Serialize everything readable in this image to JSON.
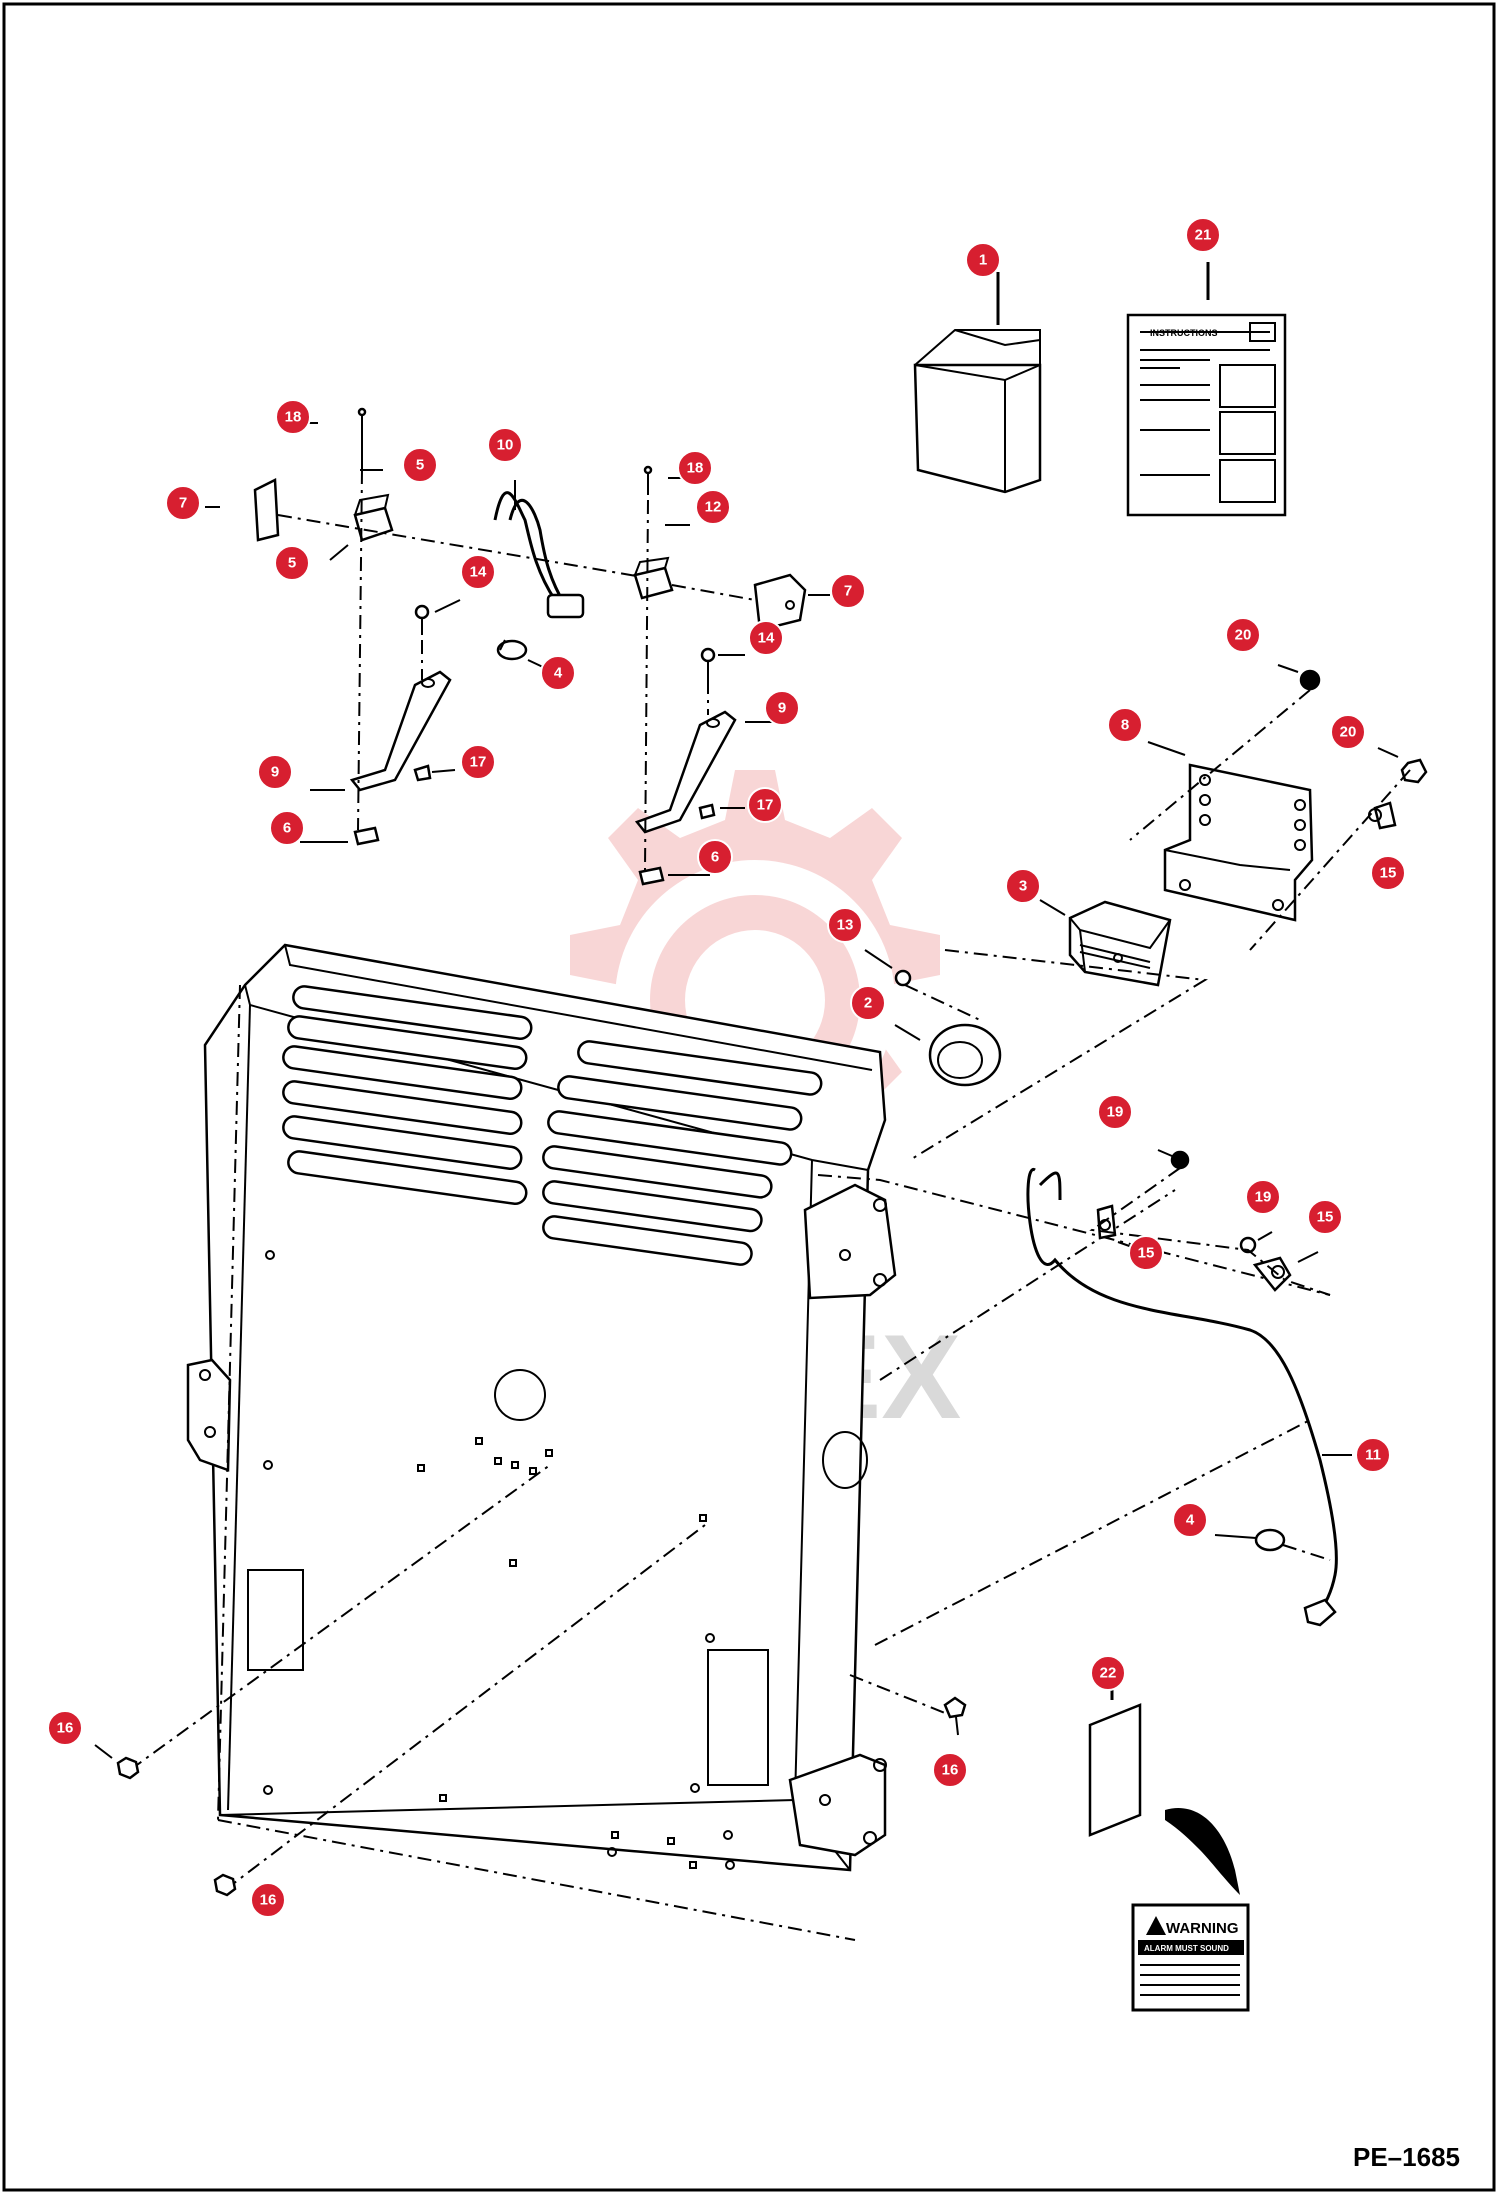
{
  "diagram": {
    "code": "PE–1685",
    "watermark_text": "ИНТЕХ",
    "instruction_sheet_title": "INSTRUCTIONS",
    "warning_decal_title": "WARNING",
    "warning_decal_subtitle": "ALARM MUST SOUND",
    "colors": {
      "callout": "#d71f30",
      "watermark": "#f4b6b6",
      "ink": "#000000"
    },
    "callouts": [
      {
        "label": "1"
      },
      {
        "label": "21"
      },
      {
        "label": "18"
      },
      {
        "label": "5"
      },
      {
        "label": "10"
      },
      {
        "label": "18"
      },
      {
        "label": "12"
      },
      {
        "label": "7"
      },
      {
        "label": "5"
      },
      {
        "label": "14"
      },
      {
        "label": "7"
      },
      {
        "label": "4"
      },
      {
        "label": "14"
      },
      {
        "label": "20"
      },
      {
        "label": "9"
      },
      {
        "label": "8"
      },
      {
        "label": "20"
      },
      {
        "label": "9"
      },
      {
        "label": "17"
      },
      {
        "label": "17"
      },
      {
        "label": "6"
      },
      {
        "label": "15"
      },
      {
        "label": "6"
      },
      {
        "label": "3"
      },
      {
        "label": "13"
      },
      {
        "label": "2"
      },
      {
        "label": "19"
      },
      {
        "label": "19"
      },
      {
        "label": "15"
      },
      {
        "label": "15"
      },
      {
        "label": "11"
      },
      {
        "label": "4"
      },
      {
        "label": "22"
      },
      {
        "label": "16"
      },
      {
        "label": "16"
      },
      {
        "label": "16"
      }
    ]
  }
}
